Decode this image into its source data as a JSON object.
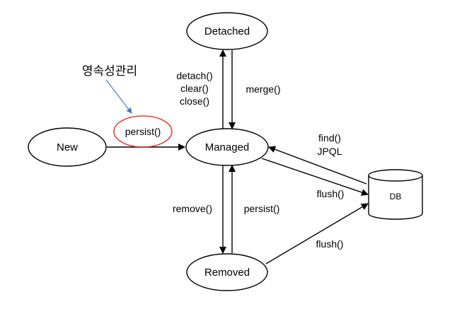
{
  "nodes": {
    "new": "New",
    "managed": "Managed",
    "detached": "Detached",
    "removed": "Removed",
    "db": "DB"
  },
  "edges": {
    "persist_new": "persist()",
    "detach": "detach()",
    "clear": "clear()",
    "close": "close()",
    "merge": "merge()",
    "find": "find()",
    "jpql": "JPQL",
    "flush_managed": "flush()",
    "remove": "remove()",
    "persist_removed": "persist()",
    "flush_removed": "flush()"
  },
  "annotation": {
    "text": "영속성관리",
    "highlight_color": "#e0201b",
    "arrow_color": "#4472c4"
  }
}
